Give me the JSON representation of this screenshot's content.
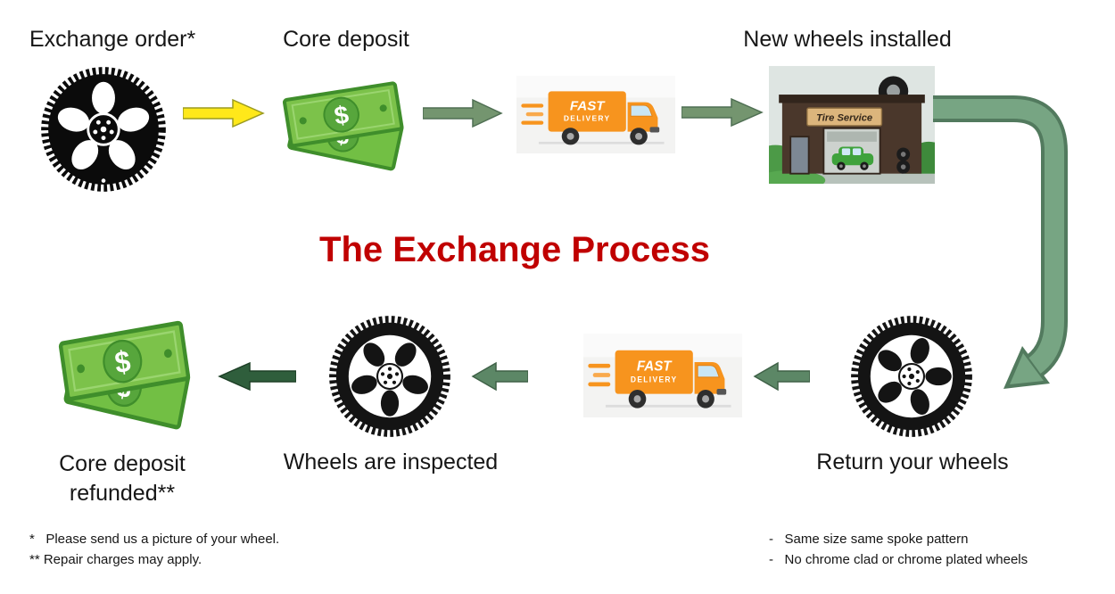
{
  "title": "The Exchange Process",
  "labels": {
    "exchange_order": "Exchange order*",
    "core_deposit": "Core deposit",
    "new_wheels_installed": "New wheels installed",
    "return_your_wheels": "Return your wheels",
    "wheels_are_inspected": "Wheels are inspected",
    "refund_line1": "Core deposit",
    "refund_line2": "refunded**"
  },
  "truck": {
    "line1": "FAST",
    "line2": "DELIVERY"
  },
  "shop": {
    "sign": "Tire Service"
  },
  "money": {
    "symbol": "$"
  },
  "footnotes": {
    "left1": "*   Please send us a picture of your wheel.",
    "left2": "** Repair charges may apply.",
    "right1": "-   Same size same spoke pattern",
    "right2": "-   No chrome clad or chrome plated wheels"
  },
  "colors": {
    "title": "#C00000",
    "arrow_yellow": "#FFE81A",
    "arrow_green": "#74956F",
    "arrow_green_mid": "#5C8766",
    "arrow_green_dark": "#2F5E3C",
    "curve_green": "#77A583",
    "curve_green_edge": "#527A5E",
    "money_green": "#7CC24A",
    "truck_orange": "#F7941E"
  }
}
